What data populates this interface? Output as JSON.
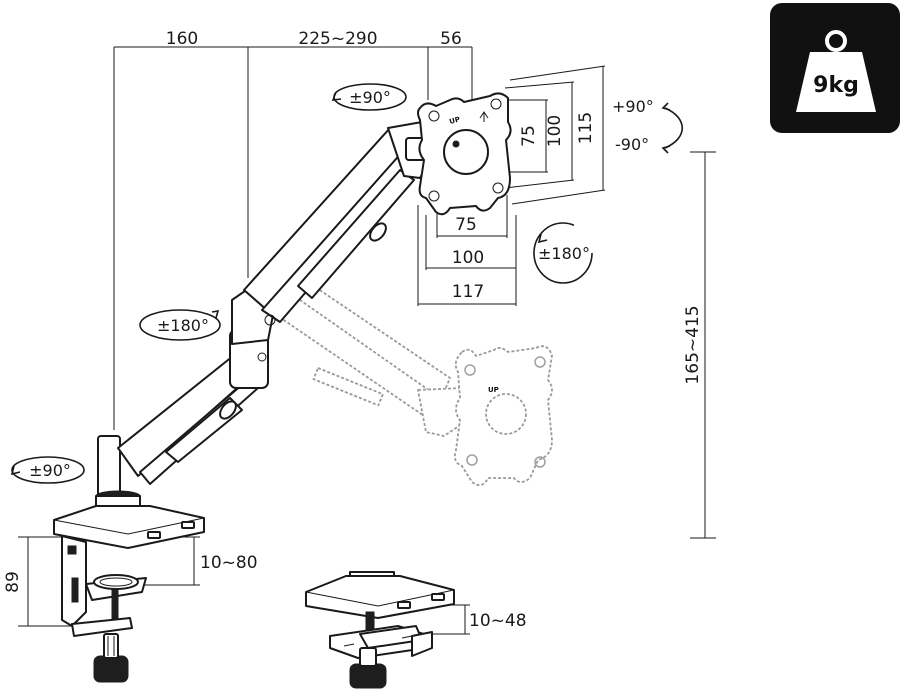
{
  "dimensions": {
    "top_left": "160",
    "top_mid": "225~290",
    "top_right": "56",
    "vesa_h_small": "75",
    "vesa_h_mid": "100",
    "vesa_h_large": "117",
    "vesa_v_small": "75",
    "vesa_v_mid": "100",
    "vesa_v_large": "115",
    "height_range": "165~415",
    "clamp_height": "89",
    "clamp_range": "10~80",
    "grommet_range": "10~48"
  },
  "rotations": {
    "vesa_top": "±90°",
    "tilt_up": "+90°",
    "tilt_down": "-90°",
    "vesa_spin": "±180°",
    "elbow": "±180°",
    "base": "±90°"
  },
  "mount_plate": {
    "up_label": "UP"
  },
  "weight_badge": {
    "label": "9kg",
    "icon": "weight-icon",
    "bg": "#111111"
  },
  "colors": {
    "line": "#1a1a1a",
    "ghost": "#9a9a9a",
    "background": "#ffffff"
  }
}
